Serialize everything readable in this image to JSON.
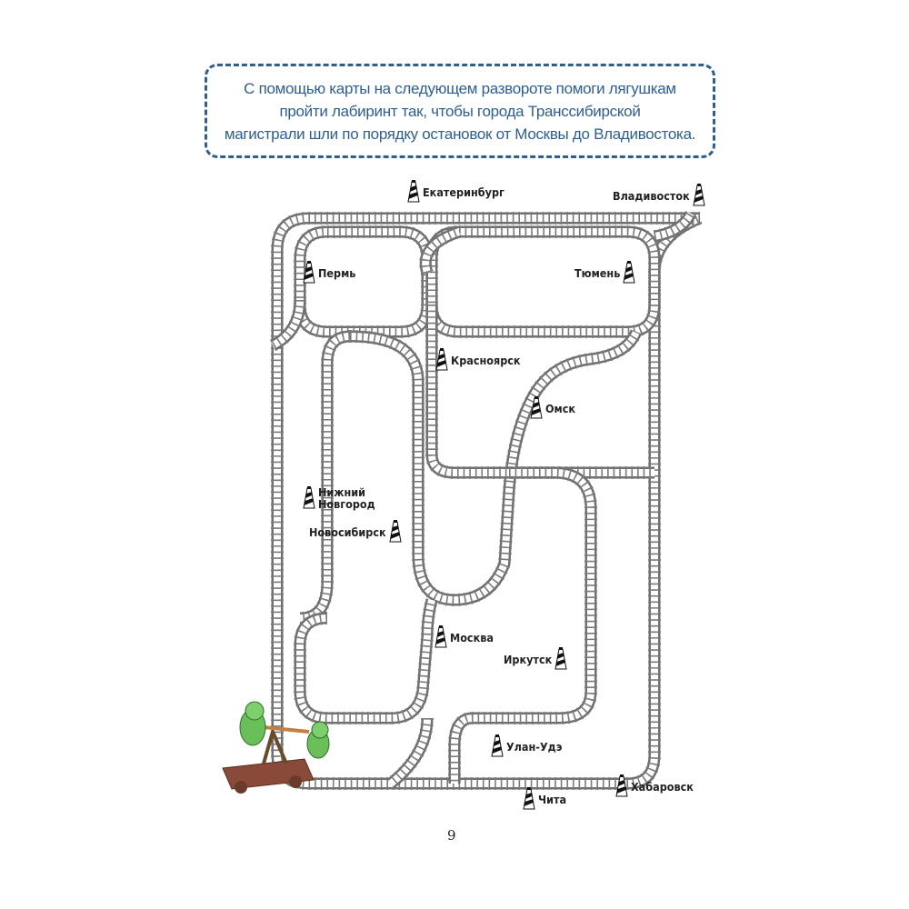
{
  "instruction": {
    "lines": [
      "С помощью карты на следующем развороте помоги лягушкам",
      "пройти лабиринт так, чтобы города Транссибирской",
      "магистрали шли по порядку остановок от Москвы до Владивостока."
    ]
  },
  "stations": {
    "ekaterinburg": "Екатеринбург",
    "vladivostok": "Владивосток",
    "perm": "Пермь",
    "tyumen": "Тюмень",
    "krasnoyarsk": "Красноярск",
    "omsk": "Омск",
    "nizhny1": "Нижний",
    "nizhny2": "Новгород",
    "novosibirsk": "Новосибирск",
    "moskva": "Москва",
    "irkutsk": "Иркутск",
    "ulan_ude": "Улан-Удэ",
    "khabarovsk": "Хабаровск",
    "chita": "Чита"
  },
  "page_number": "9"
}
